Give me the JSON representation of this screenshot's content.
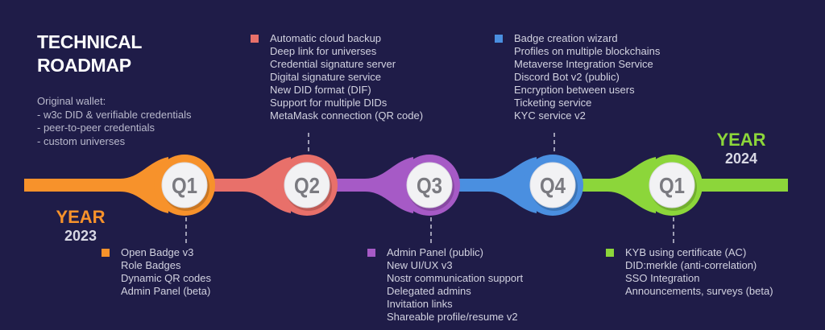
{
  "title": {
    "line1": "TECHNICAL",
    "line2": "ROADMAP"
  },
  "original": [
    "Original wallet:",
    "- w3c DID & verifiable credentials",
    "- peer-to-peer credentials",
    "- custom universes"
  ],
  "years": [
    {
      "label": "YEAR",
      "value": "2023",
      "color": "#f7922b"
    },
    {
      "label": "YEAR",
      "value": "2024",
      "color": "#8cd63a"
    }
  ],
  "quarters": [
    {
      "label": "Q1",
      "color": "#f7922b",
      "items": [
        "Open Badge v3",
        "Role Badges",
        "Dynamic QR codes",
        "Admin Panel (beta)"
      ]
    },
    {
      "label": "Q2",
      "color": "#e8706a",
      "items": [
        "Automatic cloud backup",
        "Deep link for universes",
        "Credential signature server",
        "Digital signature service",
        "New DID format (DIF)",
        "Support for multiple DIDs",
        "MetaMask connection (QR code)"
      ]
    },
    {
      "label": "Q3",
      "color": "#a65ac6",
      "items": [
        "Admin Panel (public)",
        "New UI/UX v3",
        "Nostr communication support",
        "Delegated admins",
        "Invitation links",
        "Shareable profile/resume v2"
      ]
    },
    {
      "label": "Q4",
      "color": "#4a8fe0",
      "items": [
        "Badge creation wizard",
        "Profiles on multiple blockchains",
        "Metaverse Integration Service",
        "Discord Bot v2 (public)",
        "Encryption between users",
        "Ticketing service",
        "KYC service v2"
      ]
    },
    {
      "label": "Q1",
      "color": "#8cd63a",
      "items": [
        "KYB using certificate (AC)",
        "DID:merkle (anti-correlation)",
        "SSO Integration",
        "Announcements, surveys (beta)"
      ]
    }
  ]
}
